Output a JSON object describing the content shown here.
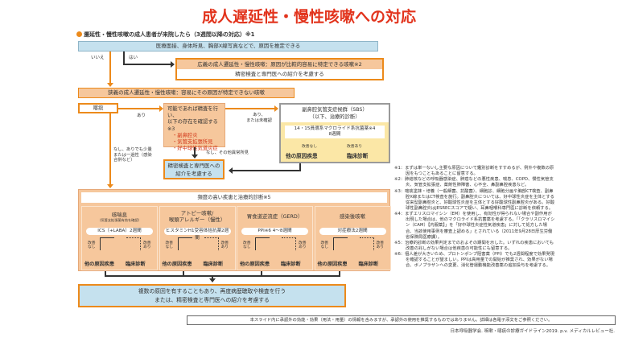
{
  "title": "成人遅延性・慢性咳嗽への対応",
  "intro": "遷延性・慢性咳嗽の成人患者が来院したら（3週間以降の対応）※1",
  "step1": "医療面接、身体所見、胸部X線写真などで、原因を推定できる",
  "no": "いいえ",
  "yes": "はい",
  "broad": {
    "head": "広義の成人遷延性・慢性咳嗽：原因が比較的容易に特定できる咳嗽※2",
    "body": "精密検査と専門医への紹介を考慮する"
  },
  "narrow": "狭義の成人遷延性・慢性咳嗽：容易にその原因が特定できない咳嗽",
  "sputum": "喀痰",
  "ari": "あり",
  "check": {
    "lines": [
      "可能であれば精査を行い、",
      "以下の存在を確認する※3",
      "・副鼻腔炎",
      "・気管支拡張所見",
      "・好中球性気道炎症"
    ]
  },
  "ari_or_unconfirmed": [
    "あり、",
    "または未確認"
  ],
  "sbs": {
    "title": "副鼻腔気管支症候群（SBS）",
    "subtitle": "（以下、治療的診断）",
    "drug": "14・15員環系マクロライド系抗菌薬※4",
    "duration": "8週間",
    "no_improve": "改善なし",
    "improve": "改善あり",
    "other": "他の原因疾患",
    "clinical": "臨床診断"
  },
  "none_other": "なし、その他異常所見",
  "refer": [
    "精密検査と専門医への",
    "紹介を考慮する"
  ],
  "none_small": [
    "なし、ありでも少量",
    "または一過性（感染",
    "合併など）"
  ],
  "frequent": {
    "title": "頻度の高い疾患と治療的診断※5",
    "items": [
      {
        "name": [
          "咳喘息"
        ],
        "note": "（気管支拡張薬有効を確認）",
        "treat": "ICS（+LABA）2週間"
      },
      {
        "name": [
          "アトピー咳嗽/",
          "喉頭アレルギー（慢性）"
        ],
        "note": "",
        "treat": "ヒスタミンH1受容体拮抗薬2週間"
      },
      {
        "name": [
          "胃食道逆流症（GERD）"
        ],
        "note": "",
        "treat": "PPI※6 4〜8週間"
      },
      {
        "name": [
          "感染後咳嗽"
        ],
        "note": "",
        "treat": "対症療法2週間"
      }
    ],
    "no_improve": [
      "改善",
      "なし"
    ],
    "improve": [
      "改善",
      "あり"
    ],
    "other": "他の原因疾患",
    "clinical": "臨床診断"
  },
  "final": [
    "複数の原因を有することもあり、再度病歴聴取や検査を行う",
    "または、精密検査と専門医への紹介を考慮する"
  ],
  "notes": [
    "※1：まずは単一ないし主要な原因について鑑別診断をすすめるが、例外や複数の原因をもつこともあることに留意する。",
    "※2：肺結核などの呼吸器感染症、肺癌などの悪性疾患、喘息、COPD、慢性気管支炎、気管支拡張症、薬剤性肺障害、心不全、鼻副鼻腔疾患など。",
    "※3：喀痰塗抹・培養（一般細菌、抗酸菌）、細胞診、細胞分画や胸部CT検査、副鼻腔X線またはCT検査を施行。副鼻腔炎については、好中球性炎症を主体とする従来型副鼻腔炎と、好酸球性炎症を主体とする好酸球性副鼻腔炎がある。好酸球性副鼻腔炎はJESRECスコアで疑い、耳鼻咽喉科専門医に診断を依頼する。",
    "※4：まずエリスロマイシン（EM）を使用し、有効性が得られない場合や副作用が出現した場合は、他のマクロライド系抗菌薬を考慮する。「「クラリスロマイシン（CAM）【内服薬】」を「好中球性炎症性気道疾患」に対して処方した場合、当該使用事例を審査上認める」とされている（2011年9月28日厚生労働省保険局医療課）。",
    "※5：治療的診断の効果判定までのおよその期間を示した。いずれの疾患においても改善の兆しがない場合は他疾患の可能性にも留意する。",
    "※6：個人差が大きいため、プロトンポンプ阻害薬（PPI）でも2週間程度で効果発現を確認することが望ましい。PPIは高用量での開始が推奨され、効果がない場合、ボノプラザンへの変更、消化管運動機能改善薬の追加投与を考慮する。"
  ],
  "disclaimer": "本スライド内に承認外の効能・効果（用法・用量）の情報を含みますが、承認外の使用を推奨するものではありません。詳細は各電子添文をご参照ください。",
  "citation": "日本呼吸器学会. 咳嗽・喀痰の診療ガイドライン2019. p.v. メディカルレビュー社.",
  "colors": {
    "title": "#e2341d",
    "orange": "#ec8a1b",
    "salmon": "#f6c79c",
    "blue": "#c5e1ee",
    "yellow": "#fbe7a6"
  }
}
